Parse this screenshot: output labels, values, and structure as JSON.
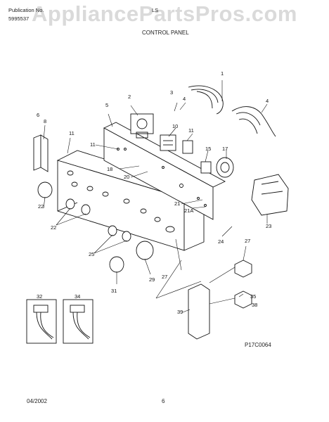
{
  "watermark": "AppliancePartsPros.com",
  "header": {
    "publication_label": "Publication No.",
    "publication_number": "5995537",
    "model": "LS",
    "section_title": "CONTROL PANEL"
  },
  "callouts": [
    "1",
    "2",
    "3",
    "4",
    "4",
    "5",
    "6",
    "8",
    "10",
    "11",
    "11",
    "11",
    "15",
    "17",
    "18",
    "20",
    "21",
    "21A",
    "22",
    "22",
    "23",
    "24",
    "25",
    "27",
    "27",
    "29",
    "31",
    "32",
    "34",
    "35",
    "38",
    "39"
  ],
  "diagram_code": "P17C0064",
  "footer": {
    "date": "04/2002",
    "page": "6"
  }
}
